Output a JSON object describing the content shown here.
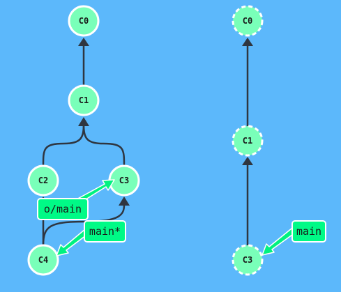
{
  "colors": {
    "background": "#5cb8fb",
    "commit_fill": "#79ffb9",
    "commit_stroke": "#ffffff",
    "edge": "#2f3640",
    "ref_fill": "#00fa86",
    "ref_stroke": "#ffffff",
    "arrow_fill": "#00f27f"
  },
  "left_tree": {
    "commits": [
      {
        "id": "C0",
        "style": "solid"
      },
      {
        "id": "C1",
        "style": "solid"
      },
      {
        "id": "C2",
        "style": "solid"
      },
      {
        "id": "C3",
        "style": "solid"
      },
      {
        "id": "C4",
        "style": "solid"
      }
    ],
    "edges": [
      {
        "from": "C1",
        "to": "C0"
      },
      {
        "from": "C2",
        "to": "C1"
      },
      {
        "from": "C3",
        "to": "C1"
      },
      {
        "from": "C4",
        "to": "C2"
      },
      {
        "from": "C4",
        "to": "C3"
      }
    ],
    "refs": [
      {
        "label": "o/main",
        "target": "C3"
      },
      {
        "label": "main*",
        "target": "C4"
      }
    ]
  },
  "right_tree": {
    "commits": [
      {
        "id": "C0",
        "style": "dashed"
      },
      {
        "id": "C1",
        "style": "dashed"
      },
      {
        "id": "C3",
        "style": "dashed"
      }
    ],
    "edges": [
      {
        "from": "C1",
        "to": "C0"
      },
      {
        "from": "C3",
        "to": "C1"
      }
    ],
    "refs": [
      {
        "label": "main",
        "target": "C3"
      }
    ]
  }
}
